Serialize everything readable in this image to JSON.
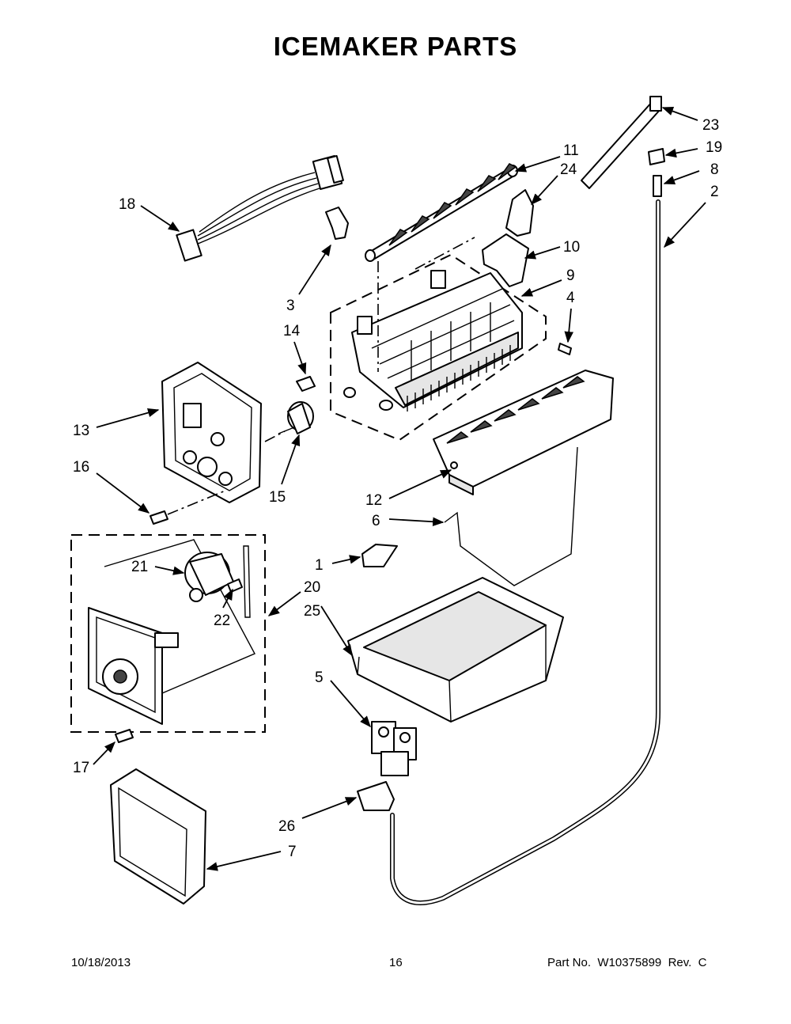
{
  "title": "ICEMAKER PARTS",
  "footer": {
    "date": "10/18/2013",
    "page": "16",
    "part_no": "Part No.  W10375899  Rev.  C"
  },
  "callouts": {
    "p1": "1",
    "p2": "2",
    "p3": "3",
    "p4": "4",
    "p5": "5",
    "p6": "6",
    "p7": "7",
    "p8": "8",
    "p9": "9",
    "p10": "10",
    "p11": "11",
    "p12": "12",
    "p13": "13",
    "p14": "14",
    "p15": "15",
    "p16": "16",
    "p17": "17",
    "p18": "18",
    "p19": "19",
    "p20": "20",
    "p21": "21",
    "p22": "22",
    "p23": "23",
    "p24": "24",
    "p25": "25",
    "p26": "26"
  }
}
